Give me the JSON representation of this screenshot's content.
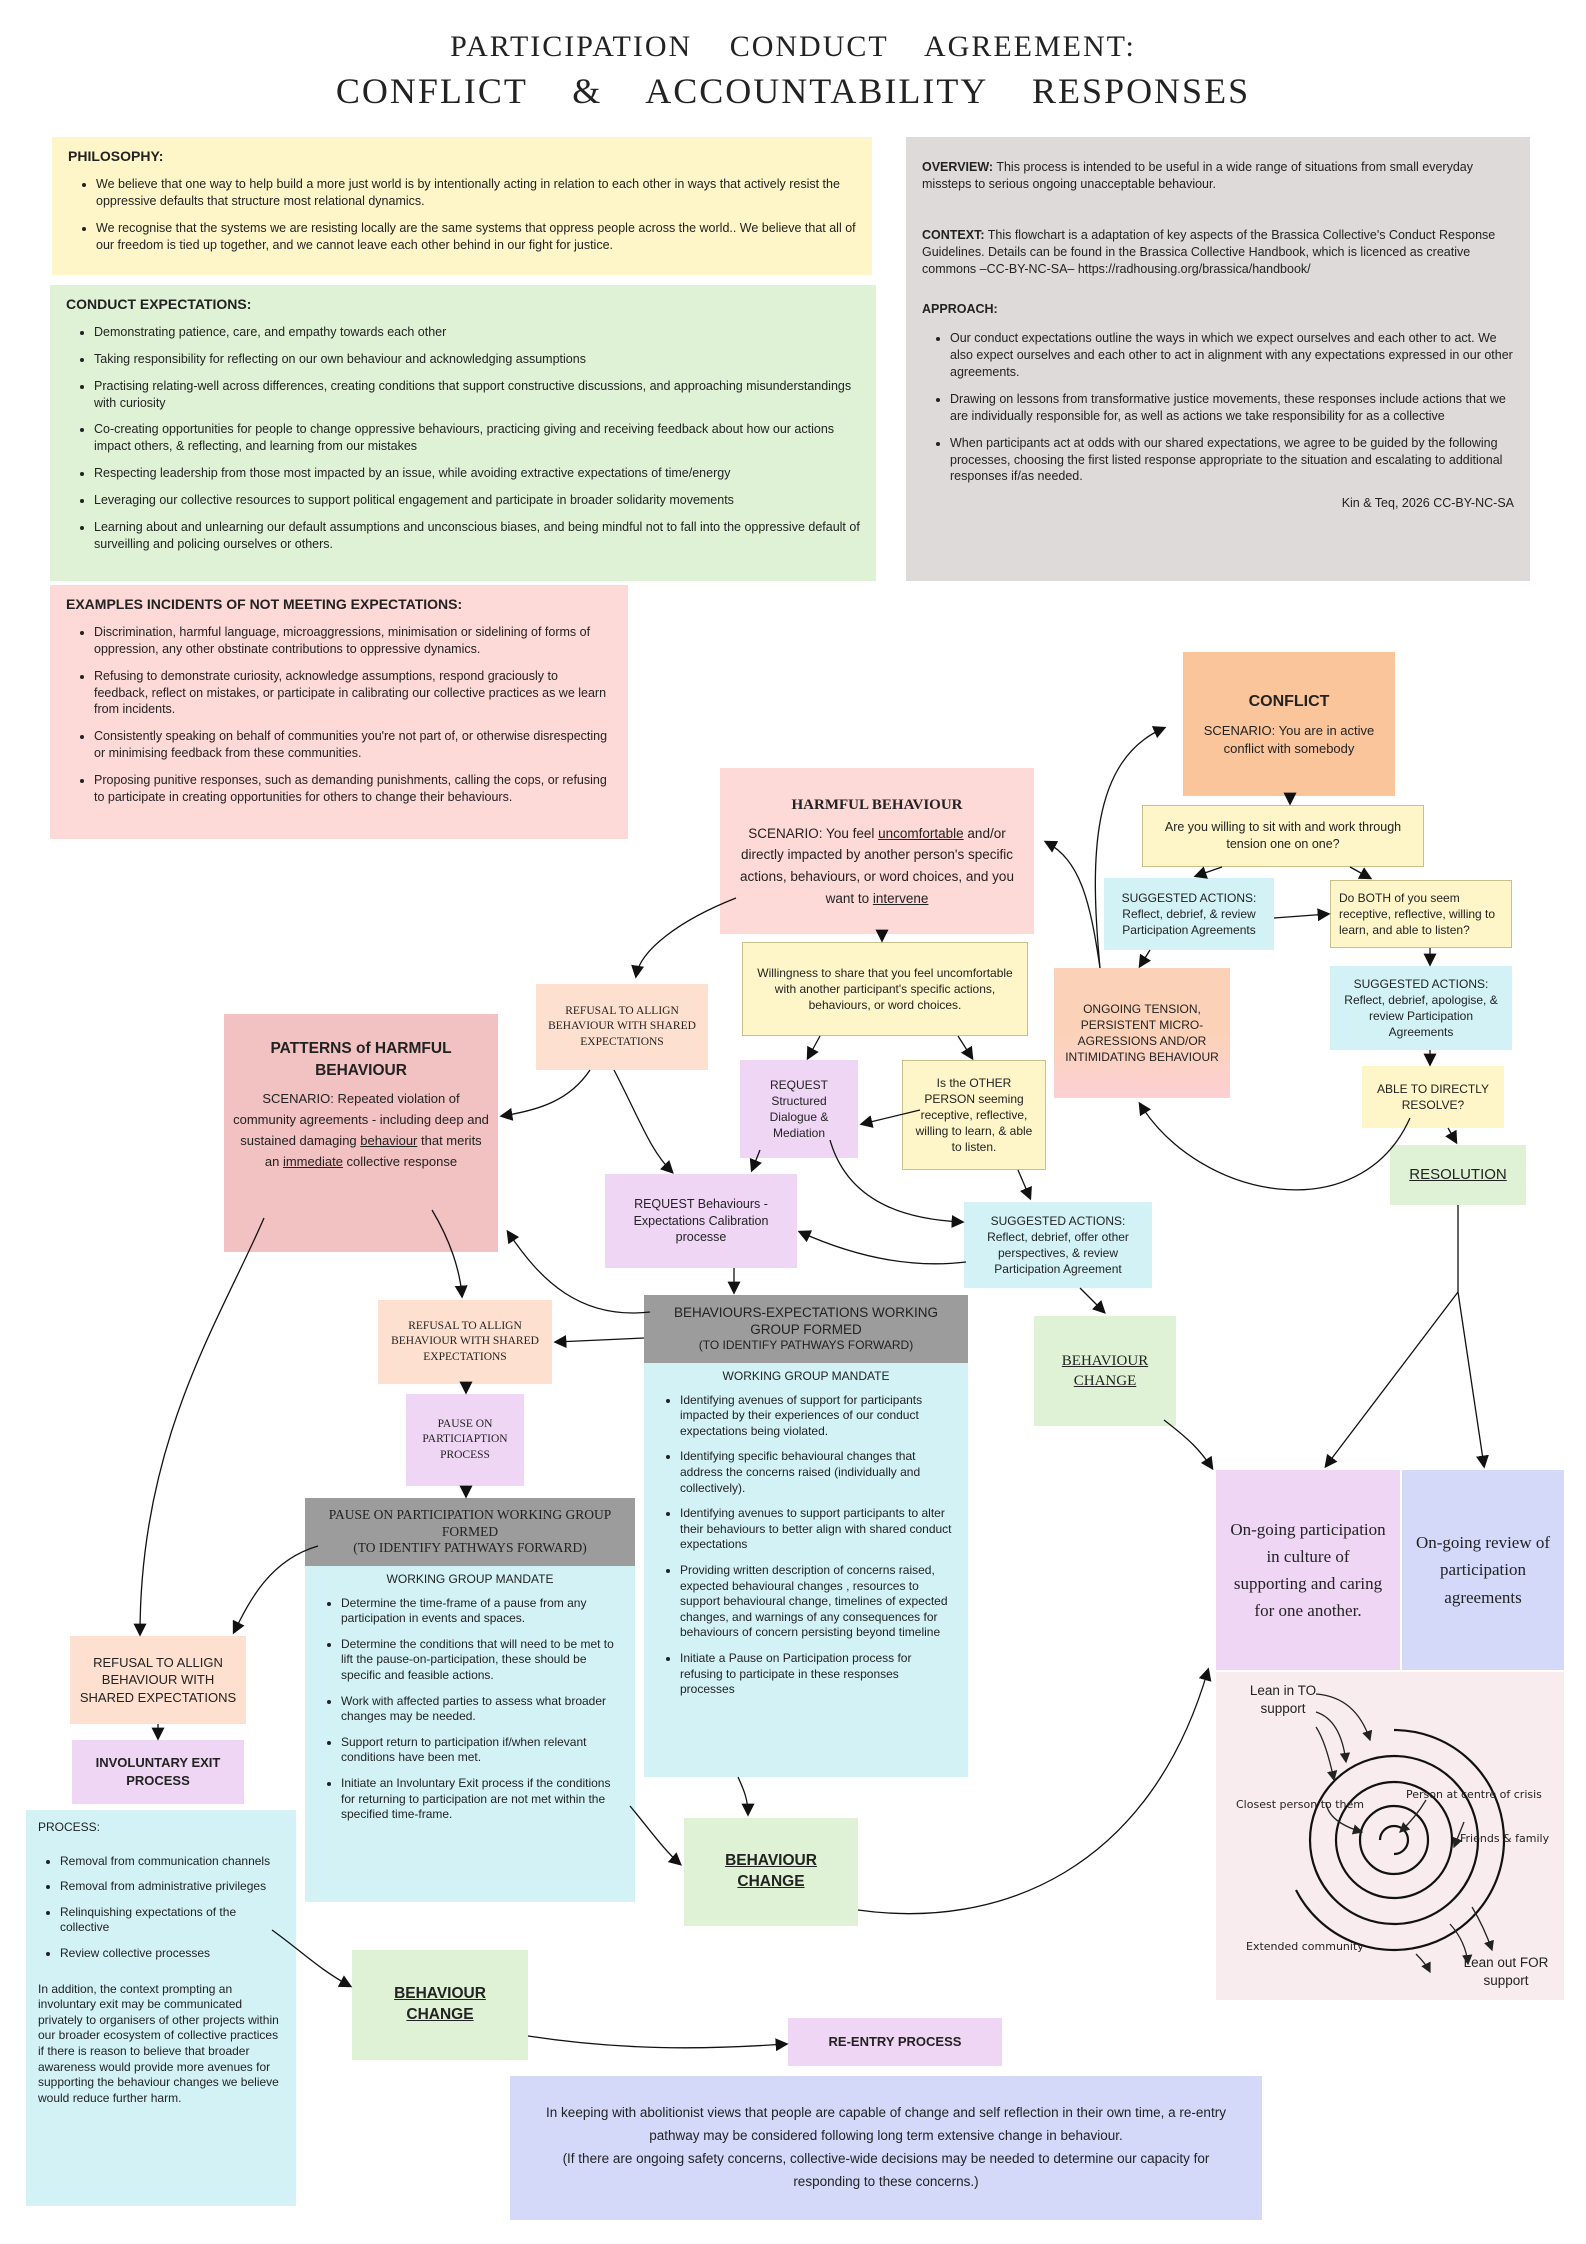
{
  "title": {
    "line1": "PARTICIPATION CONDUCT AGREEMENT:",
    "line2": "CONFLICT & ACCOUNTABILITY RESPONSES"
  },
  "philosophy": {
    "heading": "PHILOSOPHY:",
    "items": [
      "We believe that one way to help build a more just world is by intentionally acting in relation to each other in ways that actively resist the oppressive defaults that structure most relational dynamics.",
      "We recognise that the systems we are resisting locally are the same systems that oppress people across the world.. We believe that all of our freedom is tied up together, and we cannot  leave each other behind in our fight for justice."
    ]
  },
  "conduct": {
    "heading": "CONDUCT EXPECTATIONS:",
    "items": [
      "Demonstrating patience, care, and empathy towards each other",
      "Taking responsibility for reflecting on our own behaviour and acknowledging assumptions",
      "Practising relating-well across differences, creating conditions that support constructive discussions, and approaching misunderstandings with curiosity",
      "Co-creating opportunities for people to change oppressive behaviours, practicing giving and receiving feedback about how our actions impact others, & reflecting, and learning from our mistakes",
      "Respecting leadership from those most impacted by an issue, while avoiding extractive expectations of time/energy",
      "Leveraging our collective resources to support political engagement and participate in broader solidarity movements",
      "Learning about and unlearning our default assumptions and unconscious biases, and being mindful not to fall into the oppressive default of surveilling and policing ourselves or others."
    ]
  },
  "overview": {
    "overview_label": "OVERVIEW:",
    "overview_text": "This process is intended to be useful in a wide range of situations from small everyday missteps to serious ongoing unacceptable behaviour.",
    "context_label": "CONTEXT:",
    "context_text": "This flowchart is a adaptation of key aspects of the Brassica Collective's Conduct Response Guidelines. Details can be found in the Brassica Collective Handbook, which is licenced as creative commons –CC-BY-NC-SA– https://radhousing.org/brassica/handbook/",
    "approach_label": "APPROACH:",
    "approach_items": [
      "Our conduct expectations outline the ways in which we expect ourselves and each other to act. We also expect ourselves and each other to act in alignment with any expectations expressed in our other agreements.",
      "Drawing on lessons from transformative justice movements, these responses include actions that we are individually responsible for, as well as actions we take responsibility for as a collective",
      "When participants act at odds with our shared expectations, we agree to be guided by the following processes, choosing the first listed response appropriate to the situation and escalating to additional responses if/as needed."
    ],
    "credit": "Kin & Teq, 2026 CC-BY-NC-SA"
  },
  "examples": {
    "heading": "EXAMPLES INCIDENTS OF NOT MEETING EXPECTATIONS:",
    "items": [
      "Discrimination, harmful language, microaggressions, minimisation or sidelining of forms of oppression, any other obstinate contributions to oppressive dynamics.",
      "Refusing to demonstrate curiosity, acknowledge assumptions, respond graciously to feedback, reflect on mistakes, or participate in calibrating our collective practices as we learn from incidents.",
      "Consistently speaking on behalf of communities you're not part of, or otherwise disrespecting or minimising feedback from these communities.",
      "Proposing punitive responses, such as demanding punishments, calling the cops, or refusing to participate in creating opportunities for others to change their behaviours."
    ]
  },
  "conflict": {
    "title": "CONFLICT",
    "scenario": "SCENARIO: You are in active conflict with somebody",
    "question": "Are you willing to sit with and work through tension one on one?",
    "suggested1": "SUGGESTED ACTIONS: Reflect, debrief, & review Participation Agreements",
    "both": "Do BOTH of you seem receptive, reflective, willing to learn, and able to listen?",
    "suggested2": "SUGGESTED ACTIONS: Reflect, debrief, apologise, & review Participation Agreements",
    "able": "ABLE TO DIRECTLY RESOLVE?",
    "resolution": "RESOLUTION",
    "tension": "ONGOING TENSION, PERSISTENT MICRO-AGRESSIONS AND/OR INTIMIDATING BEHAVIOUR"
  },
  "harmful": {
    "title": "HARMFUL BEHAVIOUR",
    "scenario_a": "SCENARIO: You feel ",
    "scenario_u1": "uncomfortable",
    "scenario_b": " and/or directly impacted by another person's specific actions, behaviours, or word choices, and you want to ",
    "scenario_u2": "intervene",
    "willingness": "Willingness to share that you feel uncomfortable with another participant's specific actions, behaviours, or word choices.",
    "request_dialogue": "REQUEST Structured Dialogue & Mediation",
    "other_person": "Is the OTHER PERSON seeming receptive, reflective, willing to learn, & able to listen.",
    "suggested3": "SUGGESTED ACTIONS: Reflect, debrief, offer other perspectives, & review Participation Agreement",
    "behaviour_change": "BEHAVIOUR CHANGE",
    "refusal1": "REFUSAL TO ALLIGN BEHAVIOUR WITH SHARED EXPECTATIONS",
    "request_calibration": "REQUEST Behaviours - Expectations Calibration processe"
  },
  "patterns": {
    "title": "PATTERNS of HARMFUL BEHAVIOUR",
    "scenario_a": "SCENARIO: Repeated violation of community agreements - including deep and sustained damaging ",
    "scenario_u1": "behaviour",
    "scenario_b": " that merits an ",
    "scenario_u2": "immediate",
    "scenario_c": " collective response"
  },
  "working_group": {
    "header": "BEHAVIOURS-EXPECTATIONS WORKING GROUP FORMED",
    "header_sub": "(TO IDENTIFY PATHWAYS FORWARD)",
    "mandate_heading": "WORKING GROUP MANDATE",
    "items": [
      "Identifying avenues of support for participants impacted by their experiences of our conduct expectations being violated.",
      "Identifying specific behavioural changes that address the concerns raised (individually and collectively).",
      "Identifying avenues to support participants to alter their behaviours to better align with shared conduct expectations",
      "Providing written description of concerns raised, expected behavioural changes , resources to support behavioural change, timelines of expected changes, and warnings of any consequences for behaviours of concern persisting beyond timeline",
      "Initiate a Pause on Participation process for refusing to participate in these responses processes"
    ],
    "behaviour_change": "BEHAVIOUR CHANGE"
  },
  "pause": {
    "refusal2": "REFUSAL TO ALLIGN BEHAVIOUR WITH SHARED EXPECTATIONS",
    "pause_box": "PAUSE ON PARTICIAPTION PROCESS",
    "header": "PAUSE ON PARTICIPATION WORKING GROUP FORMED",
    "header_sub": "(TO IDENTIFY PATHWAYS FORWARD)",
    "mandate_heading": "WORKING GROUP MANDATE",
    "items": [
      "Determine the time-frame of a pause from any participation in events and spaces.",
      "Determine the conditions that will need to be met to lift the pause-on-participation, these should be specific and feasible actions.",
      "Work with affected parties to assess what broader changes may be needed.",
      "Support return to participation if/when relevant conditions have been met.",
      "Initiate an Involuntary Exit process if the conditions for returning to participation are not met within the specified time-frame."
    ],
    "behaviour_change": "BEHAVIOUR CHANGE"
  },
  "exit": {
    "refusal3": "REFUSAL TO ALLIGN BEHAVIOUR WITH SHARED EXPECTATIONS",
    "involuntary": "INVOLUNTARY EXIT PROCESS",
    "process_heading": "PROCESS:",
    "process_items": [
      "Removal from communication channels",
      "Removal from administrative privileges",
      "Relinquishing expectations of the collective",
      "Review collective processes"
    ],
    "process_note": "In addition, the context prompting an involuntary exit may be communicated privately to organisers of other projects within our  broader ecosystem of collective practices if there is reason to believe  that broader awareness would provide more avenues for supporting the  behaviour changes we believe would reduce further harm.",
    "behaviour_change": "BEHAVIOUR CHANGE",
    "reentry": "RE-ENTRY PROCESS",
    "note_line1": "In keeping with abolitionist views that people are capable of change and self reflection in their own time, a re-entry pathway may be considered following long term extensive change in behaviour.",
    "note_line2": "(If there are ongoing safety concerns, collective-wide decisions may be needed to determine our capacity for responding to these concerns.)"
  },
  "ongoing": {
    "culture": "On-going participation in culture of supporting and caring for one another.",
    "review": "On-going review of participation agreements"
  },
  "circles": {
    "lean_in": "Lean in TO support",
    "closest": "Closest person to them",
    "centre": "Person at centre of crisis",
    "friends": "Friends & family",
    "extended": "Extended community",
    "lean_out": "Lean out FOR support"
  },
  "colors": {
    "yellow": "#fef6c8",
    "green": "#dff2d6",
    "pink": "#fdd9d7",
    "grey": "#dedada",
    "orange": "#fbc59c",
    "lavender": "#efd6f5",
    "cyan": "#d3f2f6",
    "blue": "#d4d9fa"
  }
}
